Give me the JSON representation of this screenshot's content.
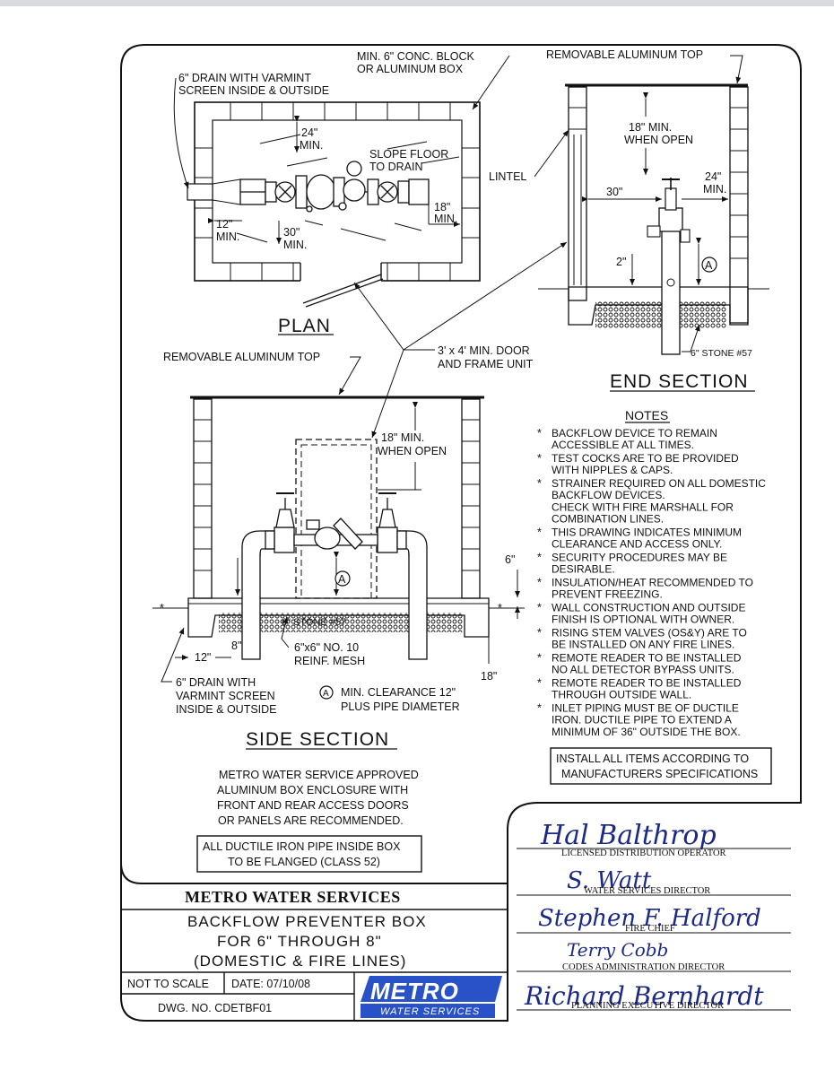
{
  "plan": {
    "view_title": "PLAN",
    "callouts": {
      "drain": [
        "6\" DRAIN WITH VARMINT",
        "SCREEN INSIDE & OUTSIDE"
      ],
      "box": [
        "MIN. 6\" CONC. BLOCK",
        "OR ALUMINUM BOX"
      ],
      "slope": [
        "SLOPE FLOOR",
        "TO DRAIN"
      ],
      "door": [
        "3' x 4' MIN. DOOR",
        "AND FRAME UNIT"
      ]
    },
    "dims": {
      "top_min": [
        "24\"",
        "MIN."
      ],
      "side_min": [
        "12\"",
        "MIN."
      ],
      "front_min": [
        "30\"",
        "MIN."
      ],
      "right_min": [
        "18\"",
        "MIN."
      ]
    }
  },
  "end_section": {
    "view_title": "END SECTION",
    "top_label": "REMOVABLE ALUMINUM TOP",
    "lintel_label": "LINTEL",
    "open_clearance": [
      "18\" MIN.",
      "WHEN OPEN"
    ],
    "dim_30": "30\"",
    "dim_24": [
      "24\"",
      "MIN."
    ],
    "dim_2": "2\"",
    "stone_label": "6\" STONE #57",
    "marker": "A"
  },
  "side_section": {
    "view_title": "SIDE SECTION",
    "top_label": "REMOVABLE ALUMINUM TOP",
    "open_clearance": [
      "18\" MIN.",
      "WHEN OPEN"
    ],
    "stone_label": "6\" STONE #57",
    "mesh_label": [
      "6\"x6\" NO. 10",
      "REINF. MESH"
    ],
    "dim_12": "12\"",
    "dim_8": "8\"",
    "dim_6": "6\"",
    "dim_18": "18\"",
    "drain_label": [
      "6\" DRAIN WITH",
      "VARMINT SCREEN",
      "INSIDE & OUTSIDE"
    ],
    "clearance_note": [
      "MIN. CLEARANCE 12\"",
      "PLUS PIPE DIAMETER"
    ],
    "marker": "A"
  },
  "notes": {
    "heading": "NOTES",
    "items": [
      [
        "BACKFLOW DEVICE TO REMAIN",
        "ACCESSIBLE AT ALL TIMES."
      ],
      [
        "TEST COCKS ARE TO BE PROVIDED",
        "WITH NIPPLES & CAPS."
      ],
      [
        "STRAINER REQUIRED ON ALL DOMESTIC",
        "BACKFLOW DEVICES.",
        "CHECK WITH FIRE MARSHALL FOR",
        "COMBINATION LINES."
      ],
      [
        "THIS DRAWING INDICATES MINIMUM",
        "CLEARANCE AND ACCESS ONLY."
      ],
      [
        "SECURITY PROCEDURES MAY BE",
        "DESIRABLE."
      ],
      [
        "INSULATION/HEAT RECOMMENDED TO",
        "PREVENT FREEZING."
      ],
      [
        "WALL CONSTRUCTION AND OUTSIDE",
        "FINISH IS OPTIONAL WITH OWNER."
      ],
      [
        "RISING STEM VALVES (OS&Y) ARE TO",
        "BE INSTALLED ON ANY FIRE LINES."
      ],
      [
        "REMOTE READER TO BE INSTALLED",
        "NO ALL DETECTOR BYPASS UNITS."
      ],
      [
        "REMOTE READER TO BE INSTALLED",
        "THROUGH OUTSIDE WALL."
      ],
      [
        "INLET PIPING MUST BE OF DUCTILE",
        "IRON. DUCTILE PIPE TO EXTEND A",
        "MINIMUM OF 36\" OUTSIDE THE BOX."
      ]
    ],
    "install_box": [
      "INSTALL ALL ITEMS ACCORDING TO",
      "MANUFACTURERS SPECIFICATIONS"
    ]
  },
  "approval_note": [
    "METRO WATER SERVICE APPROVED",
    "ALUMINUM BOX ENCLOSURE WITH",
    "FRONT AND REAR ACCESS DOORS",
    "OR PANELS ARE RECOMMENDED."
  ],
  "flange_box": [
    "ALL DUCTILE IRON PIPE INSIDE BOX",
    "TO BE FLANGED (CLASS 52)"
  ],
  "title_block": {
    "agency": "METRO WATER SERVICES",
    "title": [
      "BACKFLOW PREVENTER BOX",
      "FOR 6\" THROUGH 8\"",
      "(DOMESTIC & FIRE LINES)"
    ],
    "scale": "NOT TO SCALE",
    "date": "DATE: 07/10/08",
    "dwg_no": "DWG. NO. CDETBF01",
    "logo_text": "METRO",
    "logo_sub": "WATER SERVICES"
  },
  "signatures": [
    {
      "role": "LICENSED DISTRIBUTION OPERATOR",
      "signature": "Hal Balthrop"
    },
    {
      "role": "WATER SERVICES DIRECTOR",
      "signature": "S. Watt"
    },
    {
      "role": "FIRE CHIEF",
      "signature": "Stephen F. Halford"
    },
    {
      "role": "CODES ADMINISTRATION DIRECTOR",
      "signature": "Terry Cobb"
    },
    {
      "role": "PLANNING EXECUTIVE DIRECTOR",
      "signature": "Richard Bernhardt"
    }
  ],
  "colors": {
    "ink": "#111111",
    "signature_ink": "#1c2a86",
    "logo_blue": "#2a52c8"
  }
}
